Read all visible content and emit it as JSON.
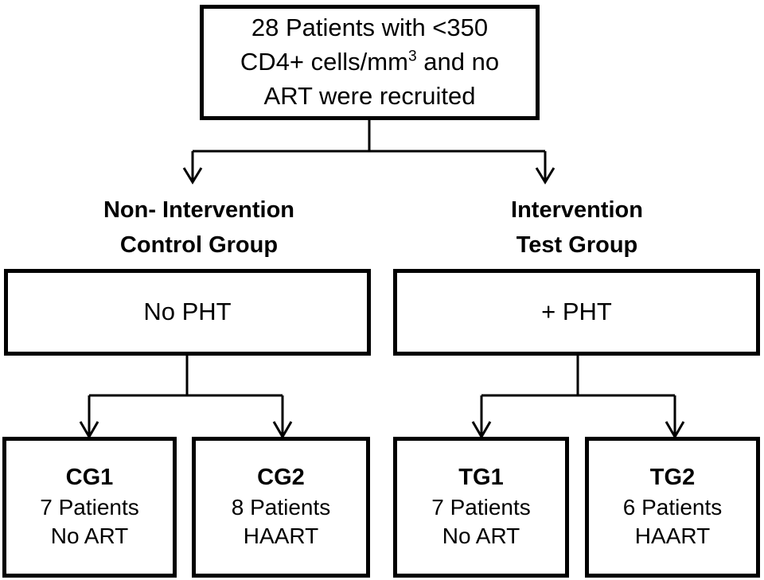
{
  "diagram": {
    "title_box": {
      "lines": [
        "28 Patients with <350",
        "CD4+ cells/mm",
        "ART  were recruited"
      ],
      "superscript": "3",
      "line2_tail": " and no"
    },
    "arms": [
      {
        "heading_line1": "Non- Intervention",
        "heading_line2": "Control Group",
        "treatment_label": "No PHT",
        "groups": [
          {
            "code": "CG1",
            "count": "7 Patients",
            "regimen": "No ART"
          },
          {
            "code": "CG2",
            "count": "8 Patients",
            "regimen": "HAART"
          }
        ]
      },
      {
        "heading_line1": "Intervention",
        "heading_line2": "Test Group",
        "treatment_label": "+ PHT",
        "groups": [
          {
            "code": "TG1",
            "count": "7 Patients",
            "regimen": "No ART"
          },
          {
            "code": "TG2",
            "count": "6 Patients",
            "regimen": "HAART"
          }
        ]
      }
    ],
    "colors": {
      "stroke": "#000000",
      "background": "#ffffff",
      "text": "#000000"
    }
  }
}
